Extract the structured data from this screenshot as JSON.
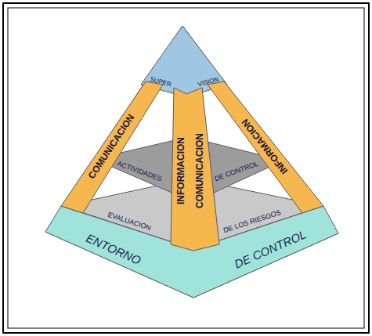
{
  "diagram": {
    "nodes": [
      {
        "text": [
          "SUPER",
          "VISION"
        ]
      },
      {
        "text": [
          "COMUNICACION"
        ]
      },
      {
        "text": [
          "INFORMACION"
        ]
      },
      {
        "text": [
          "ACTIVIDADES",
          "DE CONTROL"
        ]
      },
      {
        "text": [
          "INFORMACION",
          "COMUNICACION"
        ]
      },
      {
        "text": [
          "EVALUACION",
          "DE LOS RIESGOS"
        ]
      },
      {
        "text": [
          "ENTORNO",
          "DE CONTROL"
        ]
      }
    ]
  }
}
